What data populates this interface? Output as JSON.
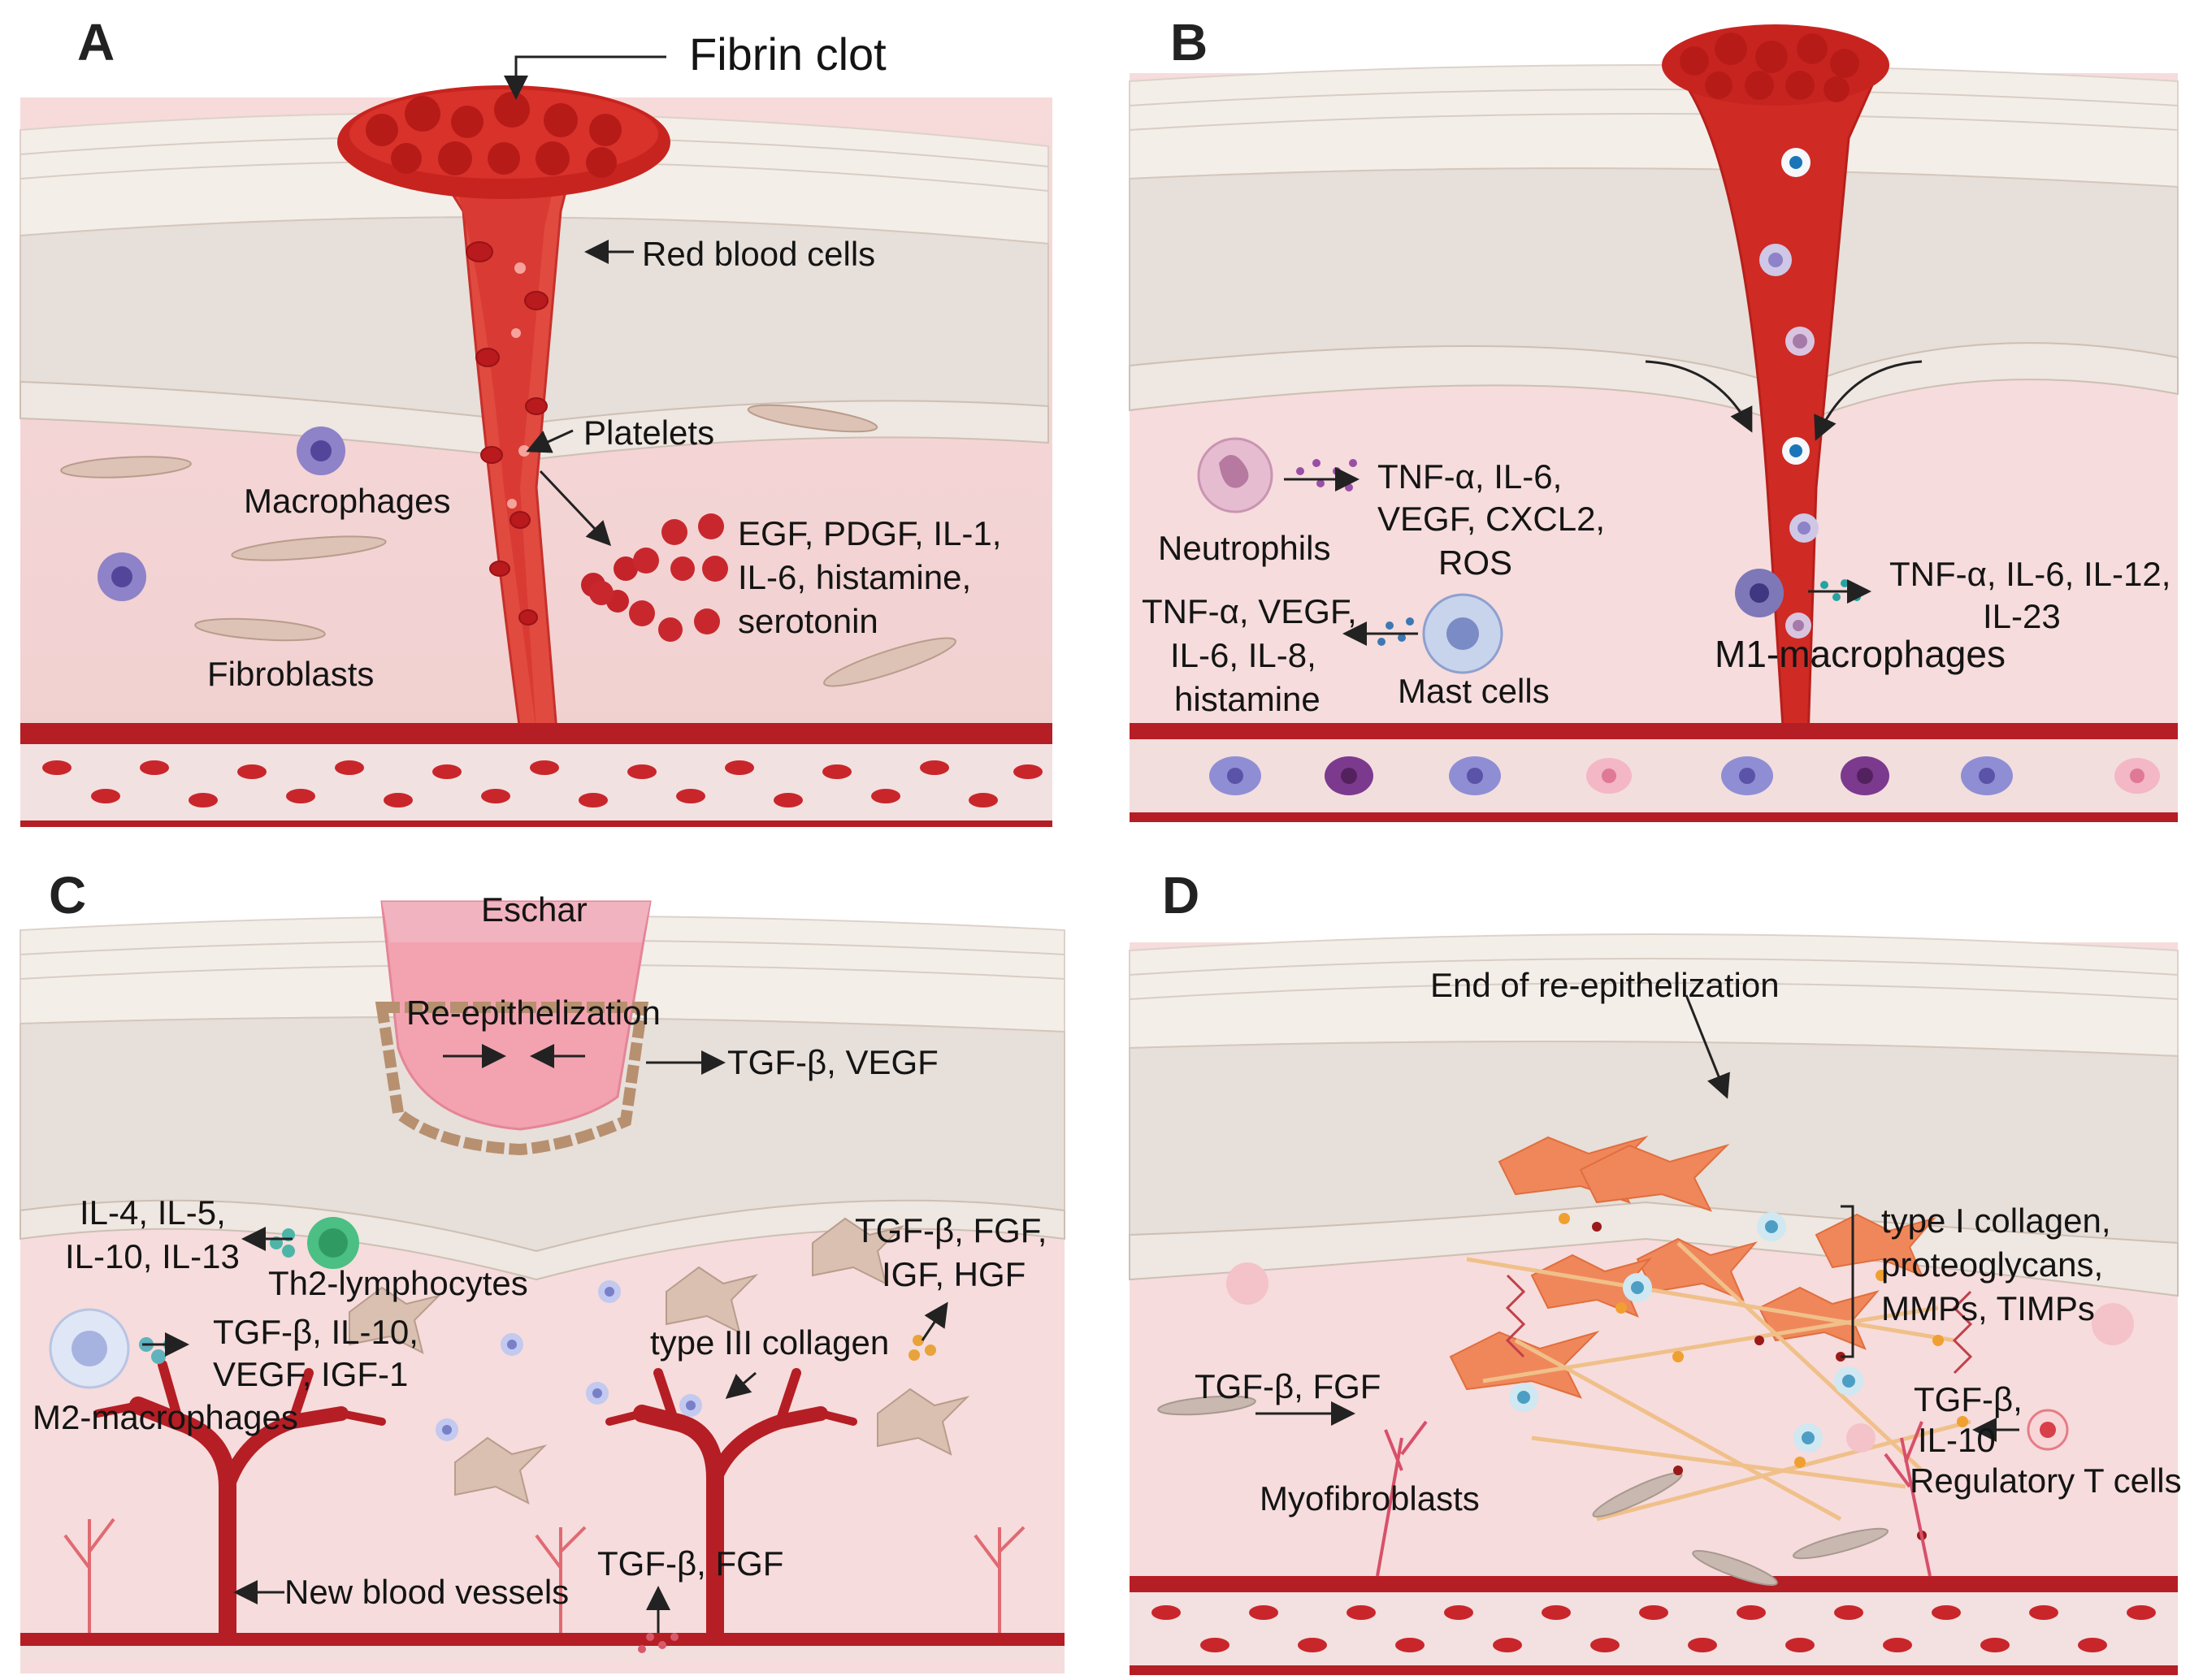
{
  "panels": {
    "A": {
      "letter": "A",
      "fibrin_clot": "Fibrin clot",
      "red_blood_cells": "Red blood cells",
      "platelets": "Platelets",
      "macrophages": "Macrophages",
      "fibroblasts": "Fibroblasts",
      "factors_line1": "EGF, PDGF, IL-1,",
      "factors_line2": "IL-6, histamine,",
      "factors_line3": "serotonin"
    },
    "B": {
      "letter": "B",
      "neutrophils": "Neutrophils",
      "neut_factors_line1": "TNF-α, IL-6,",
      "neut_factors_line2": "VEGF, CXCL2,",
      "neut_factors_line3": "ROS",
      "mast_factors_line1": "TNF-α, VEGF,",
      "mast_factors_line2": "IL-6, IL-8,",
      "mast_factors_line3": "histamine",
      "mast_cells": "Mast cells",
      "m1_factors_line1": "TNF-α, IL-6, IL-12,",
      "m1_factors_line2": "IL-23",
      "m1_macrophages": "M1-macrophages"
    },
    "C": {
      "letter": "C",
      "eschar": "Eschar",
      "reepithelization": "Re-epithelization",
      "tgf_vegf": "TGF-β, VEGF",
      "th2_factors_line1": "IL-4, IL-5,",
      "th2_factors_line2": "IL-10, IL-13",
      "th2_lymphocytes": "Th2-lymphocytes",
      "m2_factors_line1": "TGF-β, IL-10,",
      "m2_factors_line2": "VEGF, IGF-1",
      "m2_macrophages": "M2-macrophages",
      "fib_factors_line1": "TGF-β, FGF,",
      "fib_factors_line2": "IGF, HGF",
      "type3_collagen": "type III collagen",
      "new_blood_vessels": "New blood vessels",
      "tgf_fgf": "TGF-β, FGF"
    },
    "D": {
      "letter": "D",
      "end_reepithelization": "End of re-epithelization",
      "ecm_line1": "type I collagen,",
      "ecm_line2": "proteoglycans,",
      "ecm_line3": "MMPs, TIMPs",
      "tgf_fgf": "TGF-β, FGF",
      "myofibroblasts": "Myofibroblasts",
      "treg_factors_line1": "TGF-β,",
      "treg_factors_line2": "IL-10",
      "regulatory_t_cells": "Regulatory T cells"
    }
  },
  "colors": {
    "skin_surface": "#f3ece6",
    "epidermis": "#e6ddd6",
    "dermis": "#f6dede",
    "wound_red": "#d8312c",
    "blood_vessel": "#b81d24",
    "cell_purple": "#8f7fc4",
    "fibroblast": "#d8bcae",
    "myofibroblast": "#f08a5d"
  },
  "icons": [
    "red-blood-cell",
    "platelet",
    "macrophage",
    "fibroblast",
    "neutrophil",
    "mast-cell",
    "th2-lymphocyte",
    "regulatory-t-cell",
    "myofibroblast",
    "blood-vessel"
  ]
}
